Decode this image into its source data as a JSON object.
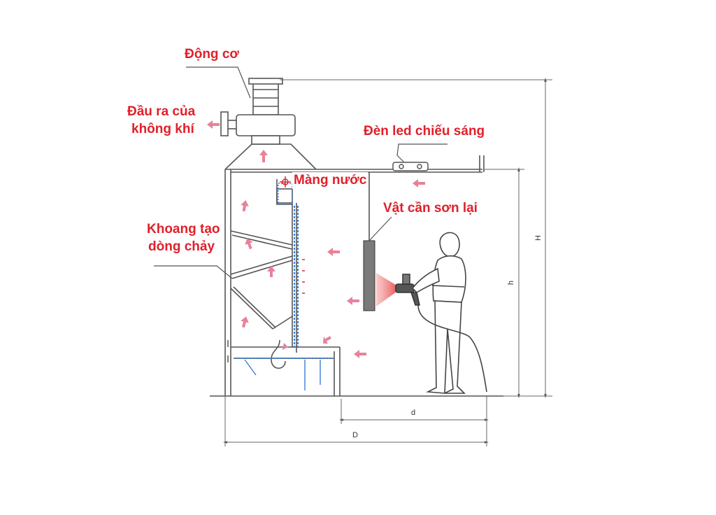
{
  "labels": {
    "motor": "Động cơ",
    "air_outlet_line1": "Đầu ra của",
    "air_outlet_line2": "không khí",
    "led_light": "Đèn led chiếu sáng",
    "water_curtain": "Màng nước",
    "object": "Vật cần sơn lại",
    "flow_chamber_line1": "Khoang tạo",
    "flow_chamber_line2": "dòng chảy"
  },
  "dimensions": {
    "total_height": "H",
    "inner_height": "h",
    "inner_depth": "d",
    "total_depth": "D"
  },
  "colors": {
    "label": "#e0202a",
    "arrow": "#e8819a",
    "line": "#555555",
    "water": "#3a7fd5",
    "spray": "#e03030"
  }
}
